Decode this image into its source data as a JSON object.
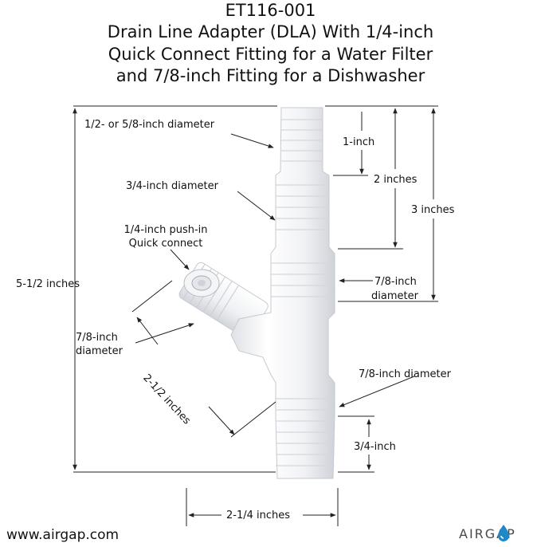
{
  "title": {
    "line1": "ET116-001",
    "line2": "Drain Line Adapter (DLA) With 1/4-inch",
    "line3": "Quick Connect Fitting for a Water Filter",
    "line4": "and 7/8-inch Fitting for a Dishwasher"
  },
  "labels": {
    "top_diameter": "1/2- or 5/8-inch diameter",
    "one_inch": "1-inch",
    "two_inches": "2 inches",
    "three_inches": "3 inches",
    "three_quarter_diameter": "3/4-inch diameter",
    "push_in_line1": "1/4-inch push-in",
    "push_in_line2": "Quick connect",
    "overall_height": "5-1/2 inches",
    "mid_diameter_line1": "7/8-inch",
    "mid_diameter_line2": "diameter",
    "branch_diameter_line1": "7/8-inch",
    "branch_diameter_line2": "diameter",
    "branch_length": "2-1/2 inches",
    "bottom_diameter": "7/8-inch diameter",
    "three_quarter_inch": "3/4-inch",
    "overall_width": "2-1/4 inches"
  },
  "footer": {
    "website": "www.airgap.com",
    "brand": "AIRGAP"
  },
  "colors": {
    "fitting_fill": "#f3f4f6",
    "fitting_shade": "#d9dbe0",
    "line": "#222222",
    "brand_blue": "#1e88c8"
  }
}
